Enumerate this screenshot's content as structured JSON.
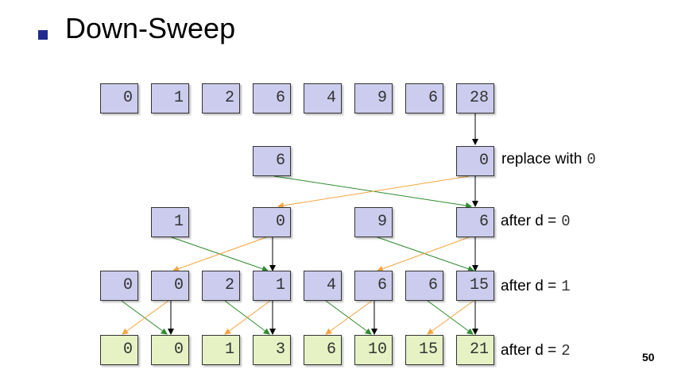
{
  "title": "Down-Sweep",
  "slide_number": "50",
  "rows": {
    "r0": [
      "0",
      "1",
      "2",
      "6",
      "4",
      "9",
      "6",
      "28"
    ],
    "r1": [
      "6",
      "0"
    ],
    "r2": [
      "1",
      "0",
      "9",
      "6"
    ],
    "r3": [
      "0",
      "0",
      "2",
      "1",
      "4",
      "6",
      "6",
      "15"
    ],
    "r4": [
      "0",
      "0",
      "1",
      "3",
      "6",
      "10",
      "15",
      "21"
    ]
  },
  "labels": {
    "replace": {
      "text": "replace with",
      "value": "0"
    },
    "d0": {
      "text": "after d =",
      "value": "0"
    },
    "d1": {
      "text": "after d =",
      "value": "1"
    },
    "d2": {
      "text": "after d =",
      "value": "2"
    }
  },
  "colors": {
    "cell_blue": "#ccccee",
    "cell_green": "#e6f2c4",
    "arrow_black": "#000000",
    "arrow_orange": "#f5a540",
    "arrow_green": "#2e8b2e"
  }
}
